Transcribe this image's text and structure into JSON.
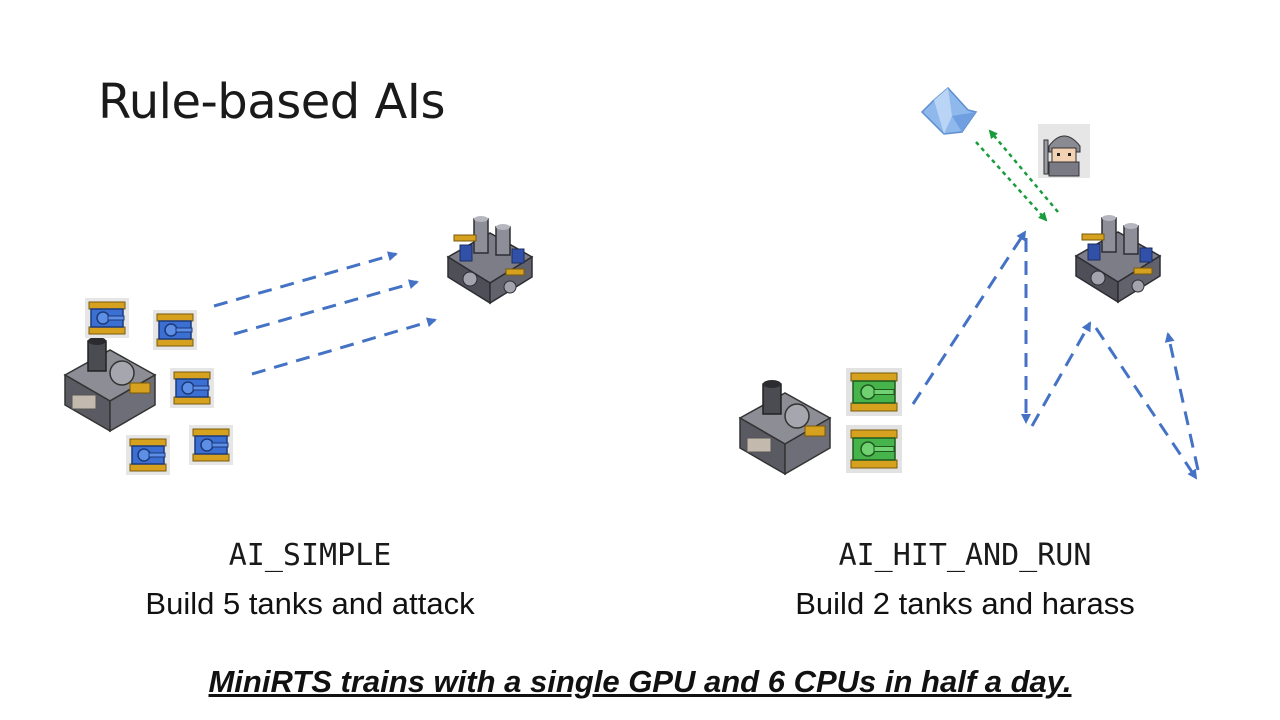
{
  "slide": {
    "title": "Rule-based AIs",
    "left": {
      "name": "AI_SIMPLE",
      "description": "Build 5 tanks and attack"
    },
    "right": {
      "name": "AI_HIT_AND_RUN",
      "description": "Build 2 tanks and harass"
    },
    "footnote": "MiniRTS trains with a single GPU and 6 CPUs in half a day."
  },
  "colors": {
    "arrow_blue": "#4472c4",
    "arrow_green": "#1a9c3c",
    "tank_blue": "#3b6fd1",
    "tank_green": "#46b44a",
    "tread_gold": "#d6a11e",
    "crystal": "#8fb8ec"
  },
  "icons": [
    "factory-icon",
    "base-icon",
    "blue-tank-icon",
    "green-tank-icon",
    "crystal-icon",
    "worker-icon"
  ]
}
